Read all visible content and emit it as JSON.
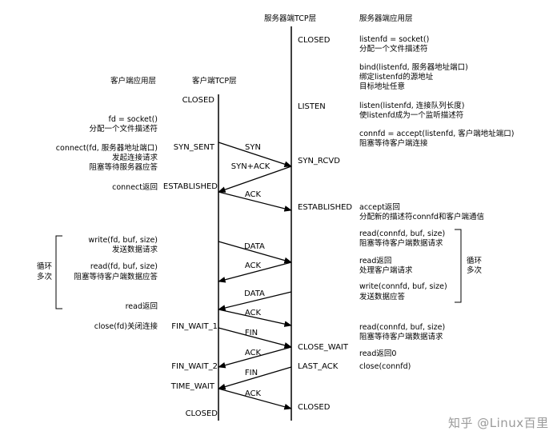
{
  "headers": {
    "client_app": "客户端应用层",
    "client_tcp": "客户端TCP层",
    "server_tcp": "服务器端TCP层",
    "server_app": "服务器端应用层"
  },
  "client_states": {
    "closed_top": "CLOSED",
    "syn_sent": "SYN_SENT",
    "established": "ESTABLISHED",
    "fin_wait_1": "FIN_WAIT_1",
    "fin_wait_2": "FIN_WAIT_2",
    "time_wait": "TIME_WAIT",
    "closed_bottom": "CLOSED"
  },
  "server_states": {
    "closed_top": "CLOSED",
    "listen": "LISTEN",
    "syn_rcvd": "SYN_RCVD",
    "established": "ESTABLISHED",
    "close_wait": "CLOSE_WAIT",
    "last_ack": "LAST_ACK",
    "closed_bottom": "CLOSED"
  },
  "client_app": {
    "socket_line1": "fd = socket()",
    "socket_line2": "分配一个文件描述符",
    "connect_line1": "connect(fd, 服务器地址端口)",
    "connect_line2": "发起连接请求",
    "connect_line3": "阻塞等待服务器应答",
    "connect_return": "connect返回",
    "write_line1": "write(fd, buf, size)",
    "write_line2": "发送数据请求",
    "read_line1": "read(fd, buf, size)",
    "read_line2": "阻塞等待客户端数据应答",
    "read_return": "read返回",
    "close": "close(fd)关闭连接",
    "loop_line1": "循环",
    "loop_line2": "多次"
  },
  "server_app": {
    "socket_line1": "listenfd = socket()",
    "socket_line2": "分配一个文件描述符",
    "bind_line1": "bind(listenfd, 服务器地址端口)",
    "bind_line2": "绑定listenfd的源地址",
    "bind_line3": "目标地址任意",
    "listen_line1": "listen(listenfd, 连接队列长度)",
    "listen_line2": "使listenfd成为一个监听描述符",
    "accept_line1": "connfd = accept(listenfd, 客户端地址端口)",
    "accept_line2": "阻塞等待客户端连接",
    "accept_return": "accept返回",
    "accept_return2": "分配新的描述符connfd和客户端通信",
    "read1_line1": "read(connfd, buf, size)",
    "read1_line2": "阻塞等待客户端数据请求",
    "read_return": "read返回",
    "process": "处理客户端请求",
    "write_line1": "write(connfd, buf, size)",
    "write_line2": "发送数据应答",
    "read2_line1": "read(connfd, buf, size)",
    "read2_line2": "阻塞等待客户端数据请求",
    "read_return0": "read返回0",
    "close": "close(connfd)",
    "loop_line1": "循环",
    "loop_line2": "多次"
  },
  "segments": {
    "syn": "SYN",
    "syn_ack": "SYN+ACK",
    "ack1": "ACK",
    "data1": "DATA",
    "ack2": "ACK",
    "data2": "DATA",
    "ack3": "ACK",
    "fin1": "FIN",
    "ack4": "ACK",
    "fin2": "FIN",
    "ack5": "ACK"
  },
  "watermark": "知乎 @Linux百里"
}
